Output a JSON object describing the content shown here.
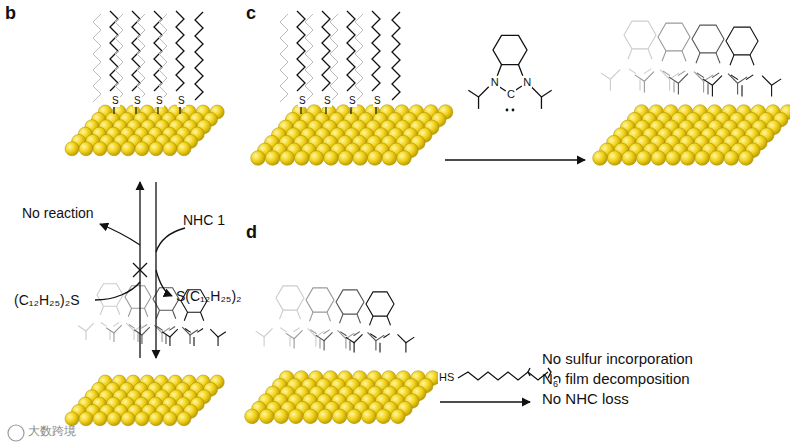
{
  "diagram": {
    "labels": [
      "b",
      "c",
      "d",
      "No reaction",
      "NHC 1",
      "(C₁₂H₂₅)₂S",
      "S(C₁₂H₂₅)₂",
      "No sulfur incorporation",
      "No film decomposition",
      "No NHC loss",
      "HS",
      "6",
      "N",
      "N",
      "C",
      "大数跨境",
      "S",
      "S",
      "S",
      "S",
      "S",
      "S",
      "S",
      "S"
    ]
  }
}
